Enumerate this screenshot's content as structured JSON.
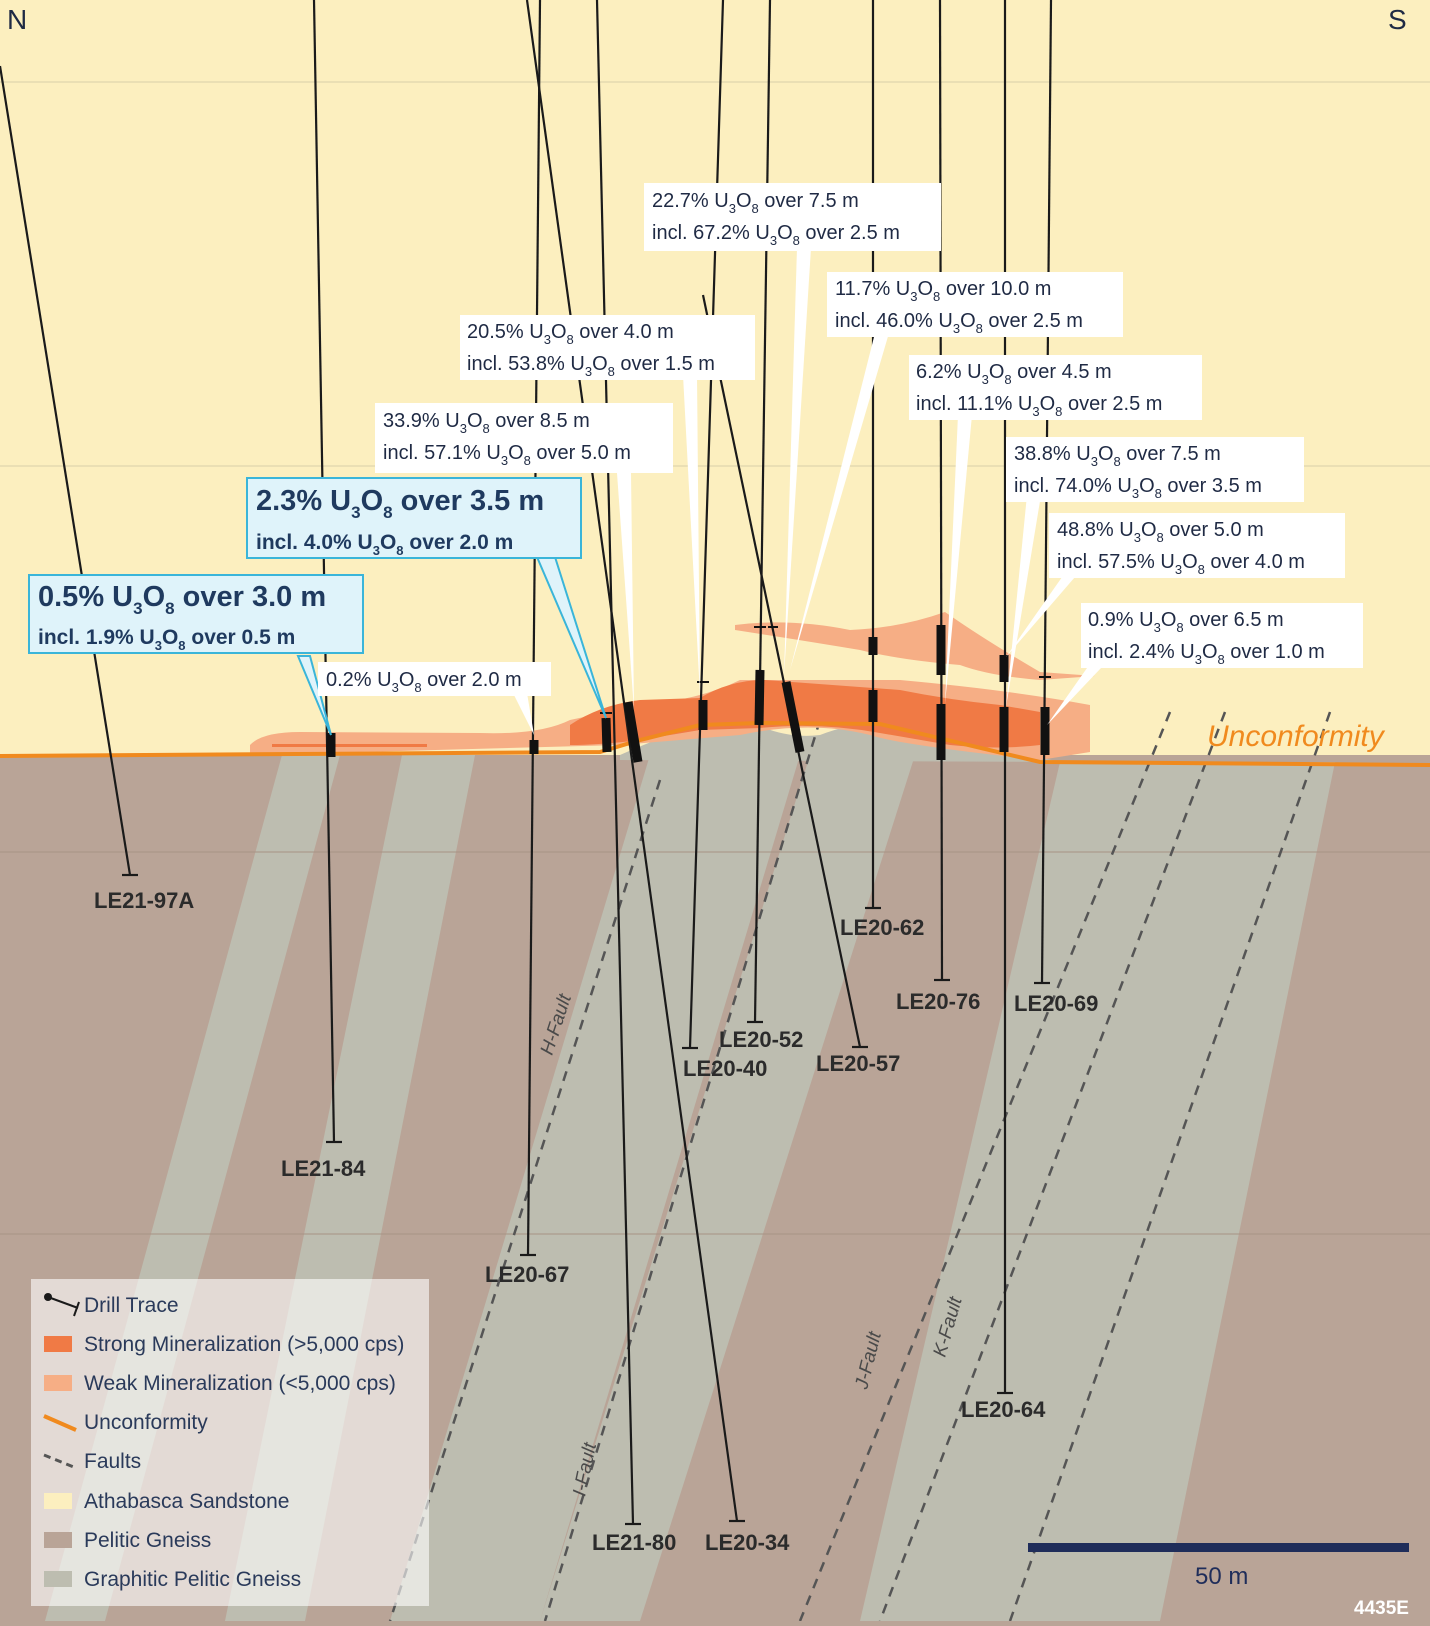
{
  "orientation": {
    "north": "N",
    "south": "S"
  },
  "colors": {
    "sandstone": "#fcefbf",
    "pelitic": "#b9a497",
    "graphitic": "#bdbdb0",
    "strong_min": "#f07a45",
    "weak_min": "#f6ae85",
    "unconformity": "#f08a1e",
    "label_box_highlight": "#dff3fa",
    "label_border_highlight": "#3ab5d9"
  },
  "unconformity_label": "Unconformity",
  "faults": [
    "H-Fault",
    "I-Fault",
    "J-Fault",
    "K-Fault"
  ],
  "holes": [
    "LE21-97A",
    "LE21-84",
    "LE20-67",
    "LE21-80",
    "LE20-34",
    "LE20-40",
    "LE20-52",
    "LE20-57",
    "LE20-62",
    "LE20-76",
    "LE20-69",
    "LE20-64"
  ],
  "intercepts": [
    {
      "l1a": "0.5% U",
      "l1b": "O",
      "l1c": " over 3.0 m",
      "l2a": "incl. 1.9% U",
      "l2b": "O",
      "l2c": " over 0.5 m",
      "highlight": true
    },
    {
      "l1a": "2.3% U",
      "l1b": "O",
      "l1c": " over 3.5 m",
      "l2a": "incl. 4.0% U",
      "l2b": "O",
      "l2c": " over 2.0 m",
      "highlight": true
    },
    {
      "l1a": "0.2% U",
      "l1b": "O",
      "l1c": " over 2.0 m"
    },
    {
      "l1a": "33.9% U",
      "l1b": "O",
      "l1c": " over 8.5 m",
      "l2a": "incl. 57.1% U",
      "l2b": "O",
      "l2c": " over 5.0 m"
    },
    {
      "l1a": "20.5% U",
      "l1b": "O",
      "l1c": " over 4.0 m",
      "l2a": "incl. 53.8% U",
      "l2b": "O",
      "l2c": " over 1.5 m"
    },
    {
      "l1a": "22.7% U",
      "l1b": "O",
      "l1c": " over 7.5 m",
      "l2a": "incl. 67.2% U",
      "l2b": "O",
      "l2c": " over 2.5 m"
    },
    {
      "l1a": "11.7% U",
      "l1b": "O",
      "l1c": " over 10.0 m",
      "l2a": "incl. 46.0% U",
      "l2b": "O",
      "l2c": " over 2.5 m"
    },
    {
      "l1a": "6.2% U",
      "l1b": "O",
      "l1c": " over 4.5 m",
      "l2a": "incl. 11.1% U",
      "l2b": "O",
      "l2c": " over 2.5 m"
    },
    {
      "l1a": "38.8% U",
      "l1b": "O",
      "l1c": " over 7.5 m",
      "l2a": "incl. 74.0% U",
      "l2b": "O",
      "l2c": " over 3.5 m"
    },
    {
      "l1a": "48.8% U",
      "l1b": "O",
      "l1c": " over 5.0 m",
      "l2a": "incl. 57.5% U",
      "l2b": "O",
      "l2c": " over 4.0 m"
    },
    {
      "l1a": "0.9% U",
      "l1b": "O",
      "l1c": " over 6.5 m",
      "l2a": "incl. 2.4% U",
      "l2b": "O",
      "l2c": " over 1.0 m"
    }
  ],
  "subscripts": {
    "u": "3",
    "o": "8"
  },
  "legend": [
    {
      "label": "Drill Trace",
      "icon": "drill-trace"
    },
    {
      "label": "Strong Mineralization (>5,000 cps)",
      "icon": "strong-swatch"
    },
    {
      "label": "Weak Mineralization (<5,000 cps)",
      "icon": "weak-swatch"
    },
    {
      "label": "Unconformity",
      "icon": "orange-line"
    },
    {
      "label": "Faults",
      "icon": "dashed-line"
    },
    {
      "label": "Athabasca Sandstone",
      "icon": "sandstone-swatch"
    },
    {
      "label": "Pelitic Gneiss",
      "icon": "pelitic-swatch"
    },
    {
      "label": "Graphitic Pelitic Gneiss",
      "icon": "graphitic-swatch"
    }
  ],
  "scale_bar": {
    "label": "50 m"
  },
  "figure_id": "4435E"
}
